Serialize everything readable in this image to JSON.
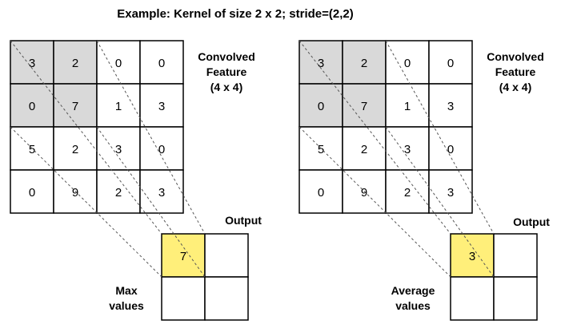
{
  "title": "Example:  Kernel of size 2 x 2;  stride=(2,2)",
  "colors": {
    "highlight_input": "#d9d9d9",
    "highlight_output": "#ffef7a",
    "grid_line": "#000000",
    "dash_line": "#555555"
  },
  "panels": [
    {
      "id": "max",
      "feature_label_lines": [
        "Convolved",
        "Feature",
        "(4 x 4)"
      ],
      "grid": [
        [
          "3",
          "2",
          "0",
          "0"
        ],
        [
          "0",
          "7",
          "1",
          "3"
        ],
        [
          "5",
          "2",
          "3",
          "0"
        ],
        [
          "0",
          "9",
          "2",
          "3"
        ]
      ],
      "output_label": "Output",
      "output": [
        [
          "7",
          ""
        ],
        [
          "",
          ""
        ]
      ],
      "method_label_lines": [
        "Max",
        "values"
      ]
    },
    {
      "id": "avg",
      "feature_label_lines": [
        "Convolved",
        "Feature",
        "(4 x 4)"
      ],
      "grid": [
        [
          "3",
          "2",
          "0",
          "0"
        ],
        [
          "0",
          "7",
          "1",
          "3"
        ],
        [
          "5",
          "2",
          "3",
          "0"
        ],
        [
          "0",
          "9",
          "2",
          "3"
        ]
      ],
      "output_label": "Output",
      "output": [
        [
          "3",
          ""
        ],
        [
          "",
          ""
        ]
      ],
      "method_label_lines": [
        "Average",
        "values"
      ]
    }
  ]
}
